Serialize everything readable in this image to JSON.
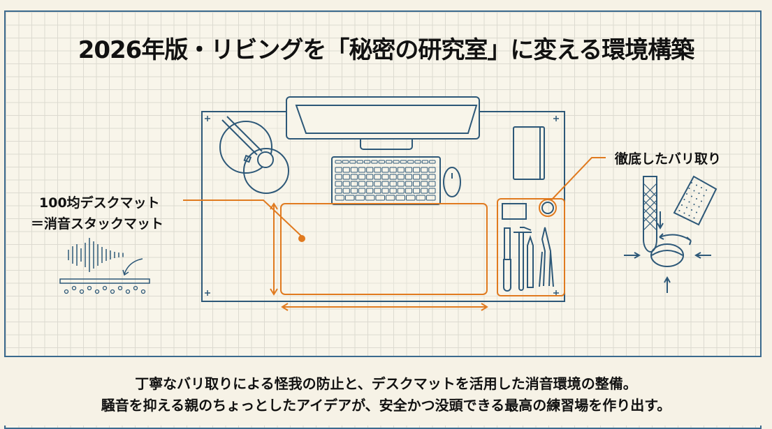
{
  "title": "2026年版・リビングを「秘密の研究室」に変える環境構築",
  "labels": {
    "mat_line1": "100均デスクマット",
    "mat_line2": "＝消音スタックマット",
    "deburr": "徹底したバリ取り"
  },
  "caption": {
    "line1": "丁寧なバリ取りによる怪我の防止と、デスクマットを活用した消音環境の整備。",
    "line2": "騒音を抑える親のちょっとしたアイデアが、安全かつ没頭できる最高の練習場を作り出す。"
  },
  "colors": {
    "blue": "#2d5878",
    "orange": "#e07a1f",
    "bg": "#f8f5ea"
  }
}
